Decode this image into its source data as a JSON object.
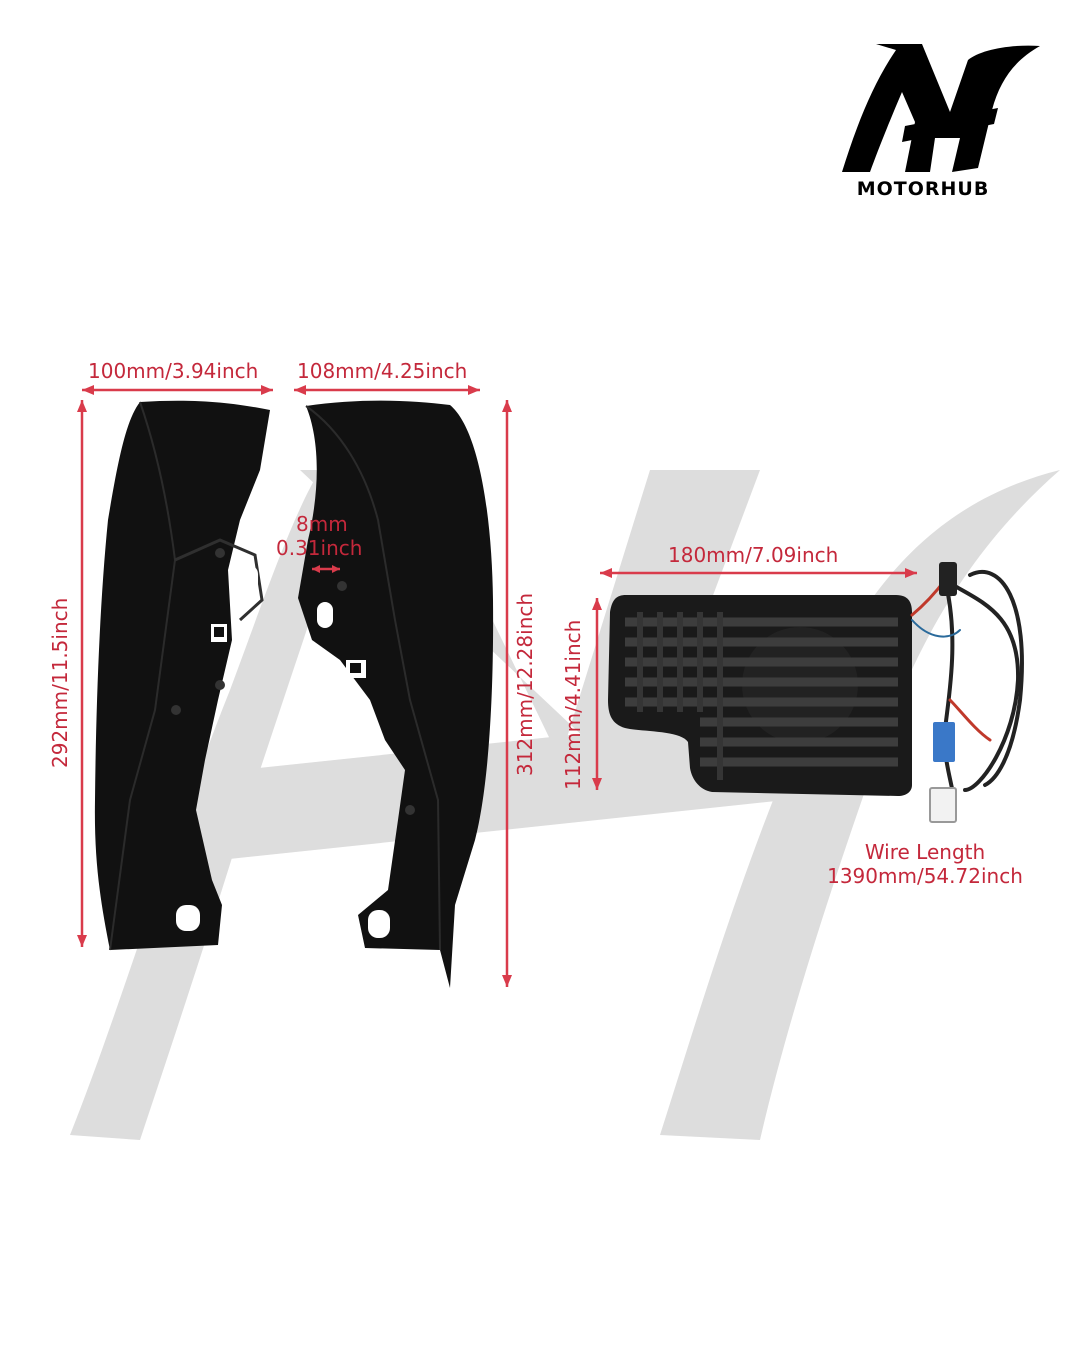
{
  "brand": {
    "name": "MOTORHUB",
    "logo_icon": "motorhub-mh-logo-icon"
  },
  "colors": {
    "dimension_text": "#c4283b",
    "dimension_line": "#d93b4b",
    "part": "#111111",
    "watermark": "#d9d9d9",
    "logo": "#000000"
  },
  "dimensions": {
    "left_panel_width": "100mm/3.94inch",
    "right_panel_width": "108mm/4.25inch",
    "left_panel_height": "292mm/11.5inch",
    "right_panel_height": "312mm/12.28inch",
    "slot_size_mm": "8mm",
    "slot_size_inch": "0.31inch",
    "fan_width": "180mm/7.09inch",
    "fan_height": "112mm/4.41inch"
  },
  "wire": {
    "label": "Wire Length",
    "value": "1390mm/54.72inch"
  }
}
